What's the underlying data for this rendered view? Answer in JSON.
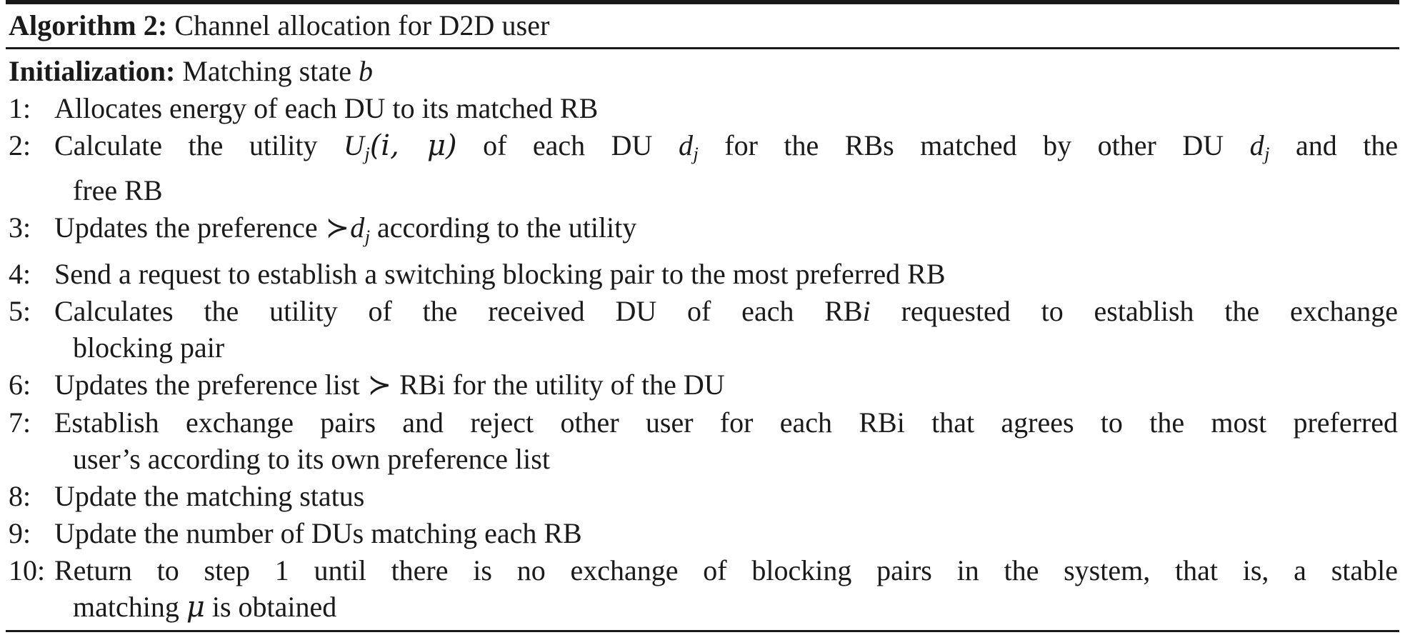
{
  "algorithm": {
    "label": "Algorithm 2:",
    "title": "Channel allocation for D2D user",
    "initialization": {
      "label": "Initialization:",
      "text_before": "Matching state",
      "variable": "b"
    },
    "steps": [
      {
        "number": "1:",
        "line1": "Allocates energy of each DU to its matched RB"
      },
      {
        "number": "2:",
        "line1_a": "Calculate the utility",
        "math_U": "U",
        "math_U_sub": "j",
        "math_args": "(i, μ)",
        "line1_b": "of each DU",
        "math_d": "d",
        "math_d_sub": "j",
        "line1_c": "for the RBs matched by other DU",
        "math_d2": "d",
        "math_d2_sub": "j",
        "line1_d": "and the",
        "line2": "free RB"
      },
      {
        "number": "3:",
        "line1_a": "Updates the preference",
        "symbol": "≻",
        "math_d": "d",
        "math_d_sub": "j",
        "line1_b": "according to the utility"
      },
      {
        "number": "4:",
        "line1": "Send a request to establish a switching blocking pair to the most preferred RB"
      },
      {
        "number": "5:",
        "line1_a": "Calculates the utility of the received DU of each RB",
        "math_i": "i",
        "line1_b": "requested to establish the exchange",
        "line2": "blocking pair"
      },
      {
        "number": "6:",
        "line1_a": "Updates the preference list",
        "symbol": "≻",
        "line1_b": "RBi for the utility of the DU"
      },
      {
        "number": "7:",
        "line1": "Establish exchange pairs and reject other user for each RBi that agrees to the most preferred",
        "line2": "user’s according to its own preference list"
      },
      {
        "number": "8:",
        "line1": "Update the matching status"
      },
      {
        "number": "9:",
        "line1": "Update the number of DUs matching each RB"
      },
      {
        "number": "10:",
        "line1": "Return to step 1 until there is no exchange of blocking pairs in the system, that is, a stable",
        "line2_a": "matching",
        "math_mu": "μ",
        "line2_b": "is obtained"
      }
    ]
  },
  "colors": {
    "text": "#1a1a1a",
    "background": "#ffffff",
    "rule": "#1a1a1a"
  }
}
